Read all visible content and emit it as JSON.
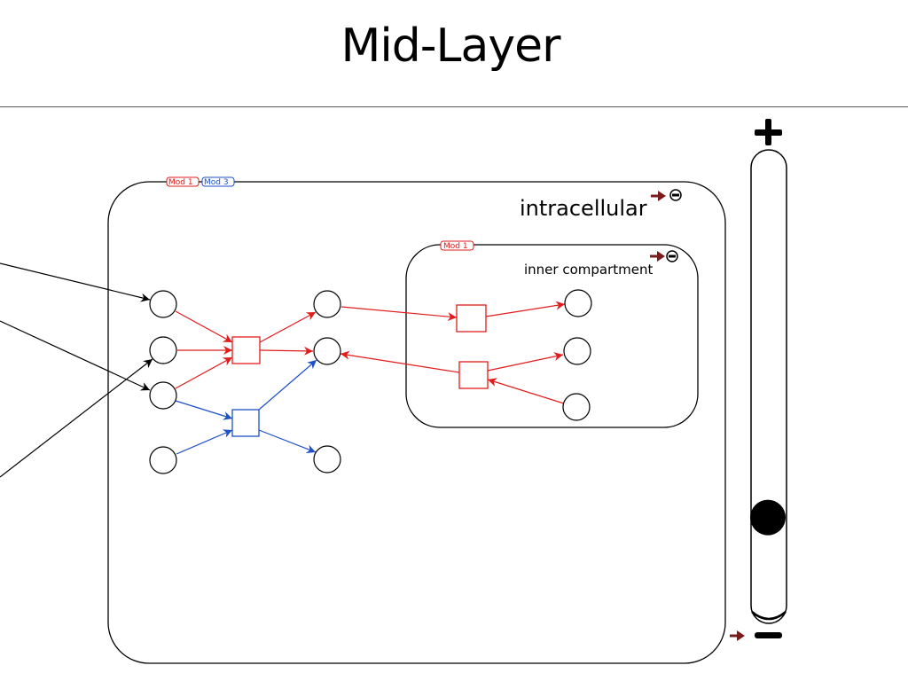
{
  "page": {
    "title": "Mid-Layer"
  },
  "compartments": {
    "outer": {
      "label": "intracellular",
      "tags": [
        "Mod 1",
        "Mod 3"
      ]
    },
    "inner": {
      "label": "inner compartment",
      "tags": [
        "Mod 1"
      ]
    }
  },
  "colors": {
    "mod1": "#e21b1b",
    "mod3": "#1e50c8",
    "edge": "#000000",
    "expand_arrow": "#7a1c1c"
  },
  "icons": {
    "collapse": "minus-circle-icon",
    "expand": "arrow-right-icon",
    "zoom_in": "plus-icon",
    "zoom_out": "minus-icon",
    "slider_thumb": "circle-icon"
  },
  "zoom": {
    "level_fraction": 0.2
  }
}
